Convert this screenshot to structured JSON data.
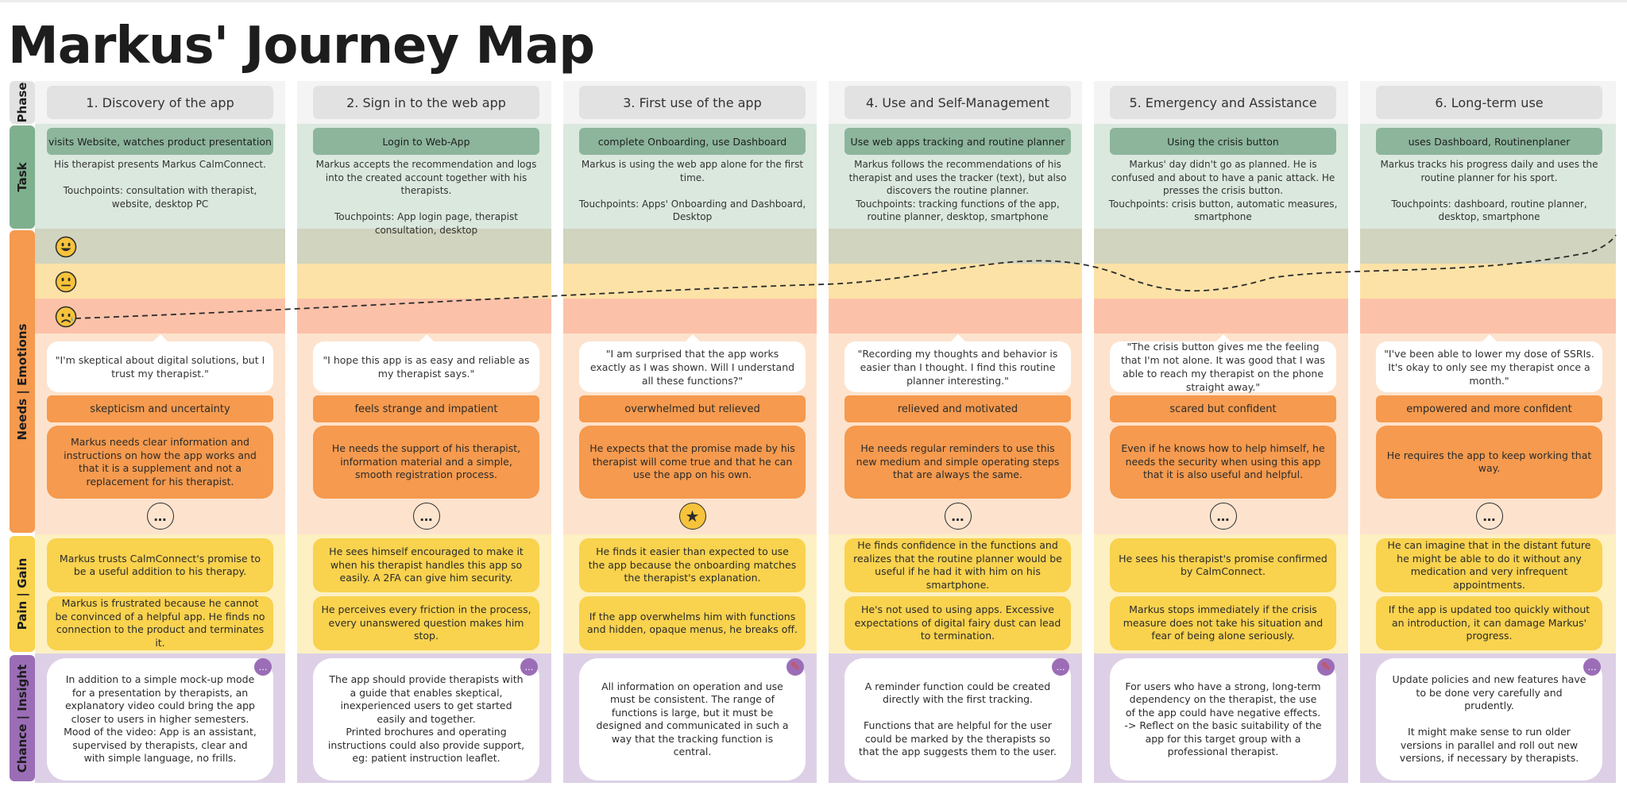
{
  "title": "Markus' Journey Map",
  "row_labels": {
    "phase": "Phase",
    "task": "Task",
    "needs": "Needs | Emotions",
    "pain": "Pain | Gain",
    "chance": "Chance | Insight"
  },
  "colors": {
    "phase_bg": "#f4f4f4",
    "task_band": "#dbe8de",
    "task_box": "#8cb59c",
    "happy_band": "#d1d4be",
    "neutral_band": "#fde2a7",
    "sad_band": "#fcc2a9",
    "needs_band": "#fde3cd",
    "orange": "#f59a4e",
    "pain_band": "#fdf0c2",
    "yellow": "#f9d24e",
    "chance_band": "#ddd0e6",
    "purple": "#9b6db7",
    "label_task": "#7fb08e",
    "label_needs": "#f59a4e",
    "label_pain": "#f9d24e",
    "label_chance": "#9b6db7"
  },
  "emotion_levels": [
    "happy-face-icon",
    "neutral-face-icon",
    "worried-face-icon"
  ],
  "phases": [
    {
      "phase": "1. Discovery of the app",
      "task": "visits Website, watches product presentation",
      "task_desc": "His therapist presents Markus CalmConnect.\n\nTouchpoints: consultation with therapist, website, desktop PC",
      "quote": "\"I'm skeptical about digital solutions, but I trust my therapist.\"",
      "emotion": "skepticism and uncertainty",
      "need": "Markus needs clear information and instructions on how the app works and that it is a supplement and not a replacement for his therapist.",
      "marker": "…",
      "gain": "Markus trusts CalmConnect's promise to be a useful addition to his therapy.",
      "pain": "Markus is frustrated because he cannot be convinced of a helpful app. He finds no connection to the product and terminates it.",
      "insight": "In addition to a simple mock-up mode for a presentation by therapists, an explanatory video could bring the app closer to users in higher semesters.\nMood of the video: App is an assistant, supervised by therapists, clear and with simple language, no frills.",
      "insight_badge": "…"
    },
    {
      "phase": "2. Sign in to the web app",
      "task": "Login to Web-App",
      "task_desc": "Markus accepts the recommendation and logs into the created account together with his therapists.\n\nTouchpoints: App login page, therapist consultation, desktop",
      "quote": "\"I hope this app is as easy and reliable as my therapist says.\"",
      "emotion": "feels strange and impatient",
      "need": "He needs the support of his therapist, information material and a simple, smooth registration process.",
      "marker": "…",
      "gain": "He sees himself encouraged to make it when his therapist handles this app so easily. A 2FA can give him security.",
      "pain": "He perceives every friction in the process, every unanswered question makes him stop.",
      "insight": "The app should provide therapists with a guide that enables skeptical, inexperienced users to get started easily and together.\nPrinted brochures and operating instructions could also provide support,\neg: patient instruction leaflet.",
      "insight_badge": "…"
    },
    {
      "phase": "3. First use of the app",
      "task": "complete Onboarding, use Dashboard",
      "task_desc": "Markus is using the web app alone for the first time.\n\nTouchpoints: Apps' Onboarding and Dashboard, Desktop",
      "quote": "\"I am surprised that the app works exactly as I was shown. Will I understand all these functions?\"",
      "emotion": "overwhelmed but relieved",
      "need": "He expects that the promise made by his therapist will come true and that he can use the app on his own.",
      "marker": "★",
      "gain": "He finds it easier than expected to use the app because the onboarding matches the therapist's explanation.",
      "pain": "If the app overwhelms him with functions and hidden, opaque menus, he breaks off.",
      "insight": "All information on operation and use must be consistent. The range of functions is large, but it must be designed and communicated in such a way that the tracking function is central.",
      "insight_badge": "✎"
    },
    {
      "phase": "4. Use and Self-Management",
      "task": "Use web apps tracking and routine planner",
      "task_desc": "Markus follows the recommendations of his therapist and uses the tracker (text), but also discovers the routine planner.\nTouchpoints: tracking functions of the app, routine planner, desktop, smartphone",
      "quote": "\"Recording my thoughts and behavior is easier than I thought. I find this routine planner interesting.\"",
      "emotion": "relieved and motivated",
      "need": "He needs regular reminders to use this new medium and simple operating steps that are always the same.",
      "marker": "…",
      "gain": "He finds confidence in the functions and realizes that the routine planner would be useful if he had it with him on his smartphone.",
      "pain": "He's not used to using apps. Excessive expectations of digital fairy dust can lead to termination.",
      "insight": "A reminder function could be created directly with the first tracking.\n\nFunctions that are helpful for the user could be marked by the therapists so that the app suggests them to the user.",
      "insight_badge": "…"
    },
    {
      "phase": "5. Emergency and Assistance",
      "task": "Using the crisis button",
      "task_desc": "Markus' day didn't go as planned. He is confused and about to have a panic attack. He presses the crisis button.\nTouchpoints: crisis button, automatic measures, smartphone",
      "quote": "\"The crisis button gives me the feeling that I'm not alone. It was good that I was able to reach my therapist on the phone straight away.\"",
      "emotion": "scared but confident",
      "need": "Even if he knows how to help himself, he needs the security when using this app that it is also useful and helpful.",
      "marker": "…",
      "gain": "He sees his therapist's promise confirmed by CalmConnect.",
      "pain": "Markus stops immediately if the crisis measure does not take his situation and fear of being alone seriously.",
      "insight": "For users who have a strong, long-term dependency on the therapist, the use of the app could have negative effects.\n-> Reflect on the basic suitability of the app for this target group with a professional therapist.",
      "insight_badge": "✎"
    },
    {
      "phase": "6. Long-term use",
      "task": "uses Dashboard, Routinenplaner",
      "task_desc": "Markus tracks his progress daily and uses the routine planner for his sport.\n\nTouchpoints: dashboard, routine planner, desktop, smartphone",
      "quote": "\"I've been able to lower my dose of SSRIs. It's okay to only see my therapist once a month.\"",
      "emotion": "empowered and more confident",
      "need": "He requires the app to keep working that way.",
      "marker": "…",
      "gain": "He can imagine that in the distant future he might be able to do it without any medication and very infrequent appointments.",
      "pain": "If the app is updated too quickly without an introduction, it can damage Markus' progress.",
      "insight": "Update policies and new features have to be done very carefully and prudently.\n\nIt might make sense to run older versions in parallel and roll out new versions, if necessary by therapists.",
      "insight_badge": "…"
    }
  ]
}
